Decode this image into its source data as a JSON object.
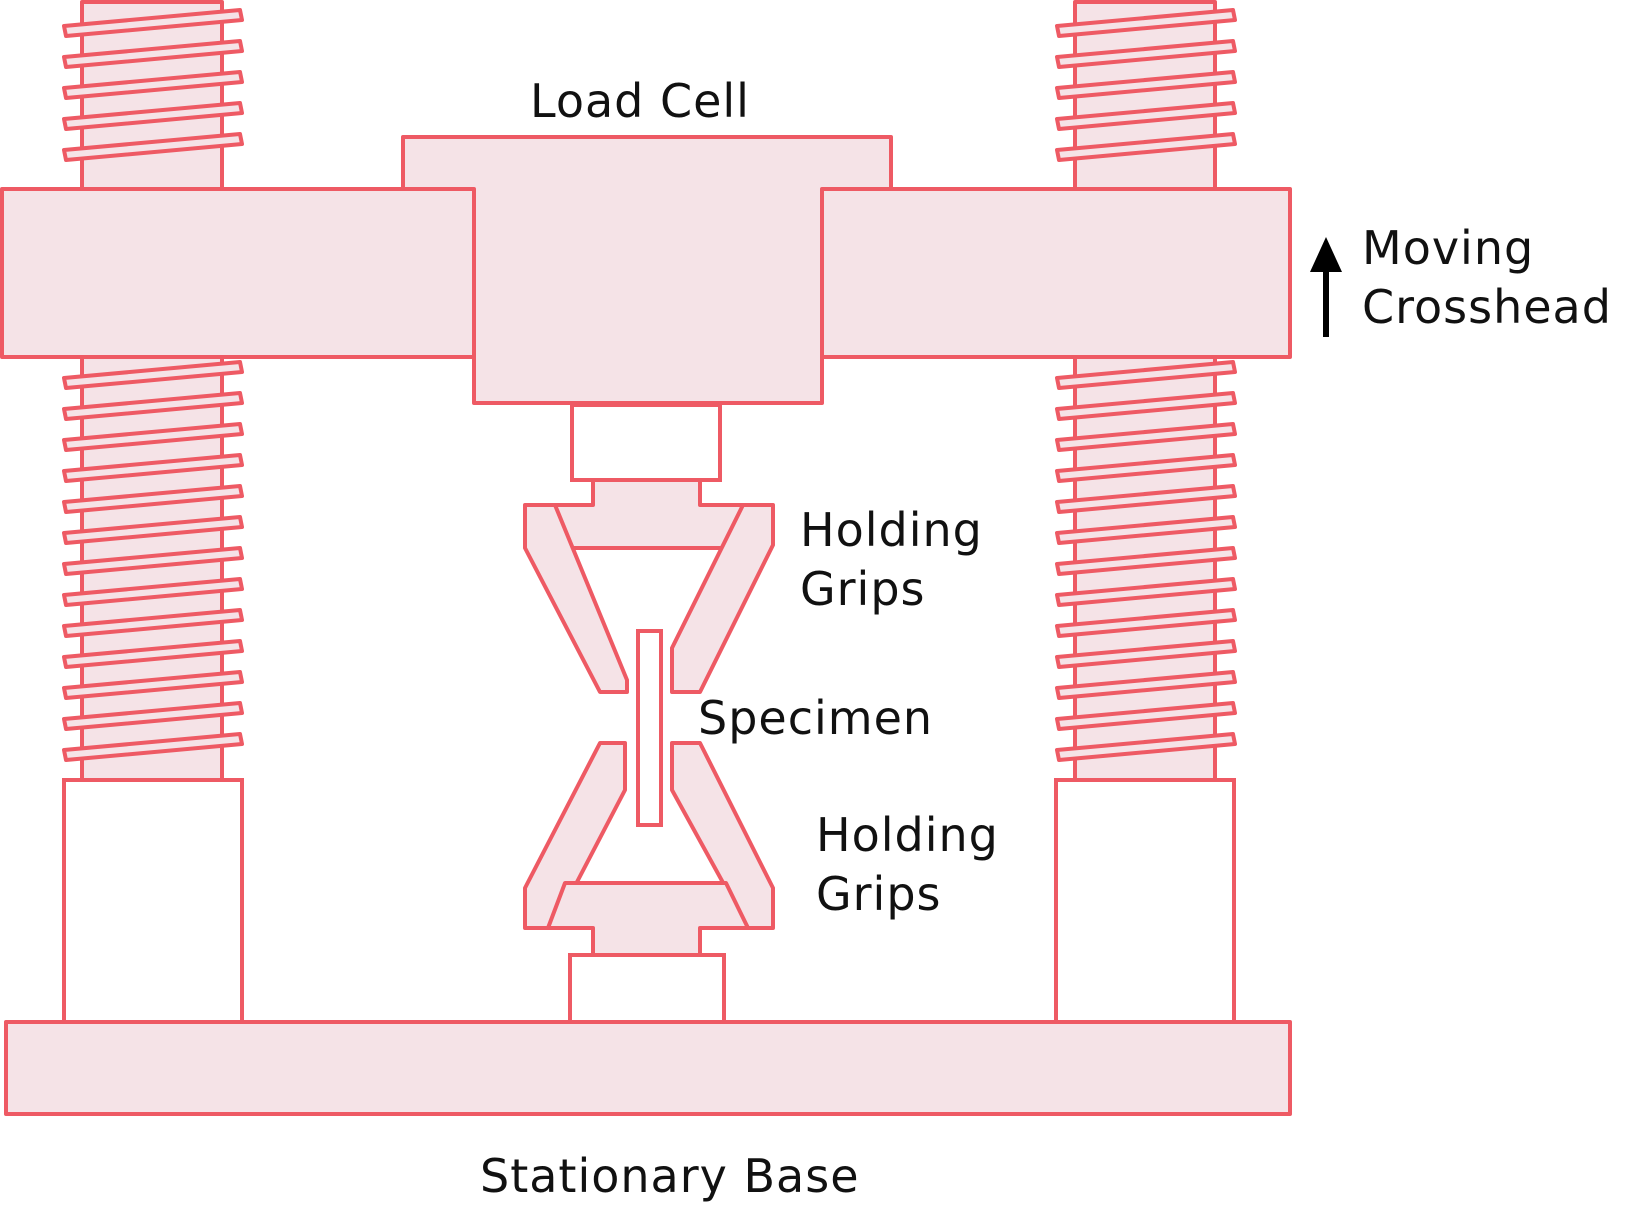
{
  "labels": {
    "load_cell": "Load Cell",
    "moving_crosshead_line1": "Moving",
    "moving_crosshead_line2": "Crosshead",
    "upper_grips_line1": "Holding",
    "upper_grips_line2": "Grips",
    "specimen": "Specimen",
    "lower_grips_line1": "Holding",
    "lower_grips_line2": "Grips",
    "stationary_base": "Stationary Base"
  },
  "colors": {
    "stroke": "#ee5a64",
    "fill": "#f5e3e7",
    "text": "#111111"
  },
  "icons": {
    "crosshead_direction": "arrow-up-icon"
  }
}
